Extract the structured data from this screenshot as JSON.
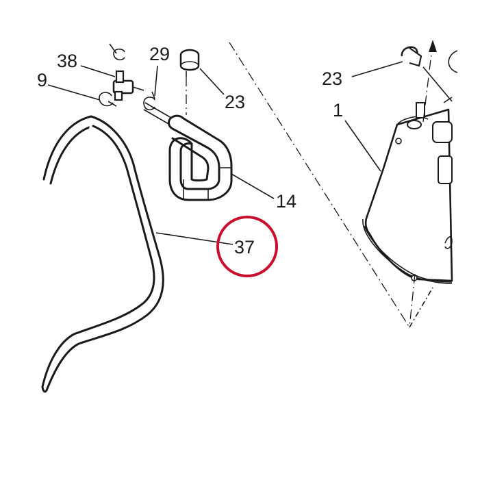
{
  "diagram": {
    "callouts": {
      "c38": "38",
      "c29": "29",
      "c9": "9",
      "c23a": "23",
      "c23b": "23",
      "c1": "1",
      "c14": "14",
      "c37": "37"
    },
    "highlight": {
      "target": "37",
      "color": "#c8102e"
    }
  }
}
